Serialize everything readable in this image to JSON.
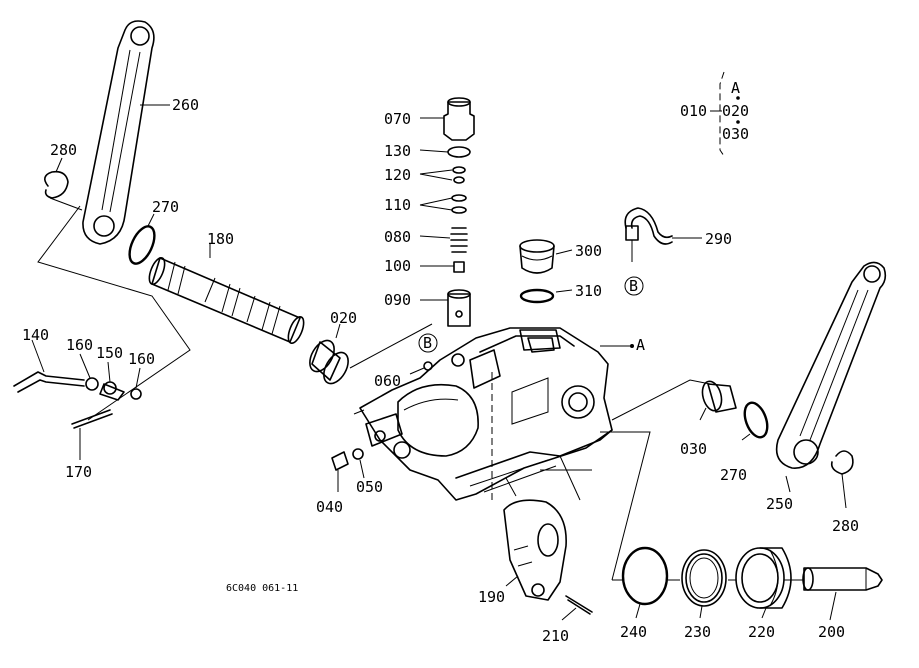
{
  "diagram": {
    "part_labels": {
      "p010": "010",
      "p020_sub": "020",
      "p030_sub": "030",
      "pA_sub": "A",
      "p260": "260",
      "p280_left": "280",
      "p270_left": "270",
      "p180": "180",
      "p070": "070",
      "p130": "130",
      "p120": "120",
      "p110": "110",
      "p080": "080",
      "p100": "100",
      "p090": "090",
      "p300": "300",
      "p310": "310",
      "p290": "290",
      "pB_right": "B",
      "pA_main": "A",
      "p020": "020",
      "pB_mid": "B",
      "p060": "060",
      "p140": "140",
      "p160_a": "160",
      "p150": "150",
      "p160_b": "160",
      "p170": "170",
      "p040": "040",
      "p050": "050",
      "p030": "030",
      "p270_right": "270",
      "p250": "250",
      "p280_right": "280",
      "p190": "190",
      "p210": "210",
      "p240": "240",
      "p230": "230",
      "p220": "220",
      "p200": "200"
    },
    "drawing_code": "6C040  061-11"
  }
}
